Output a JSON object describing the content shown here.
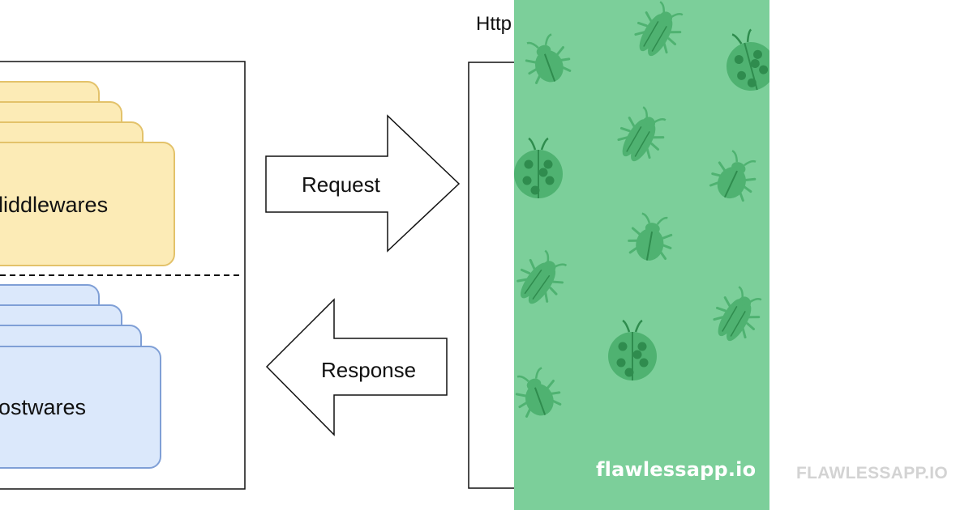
{
  "diagram": {
    "server_title": "Http",
    "middlewares_label": "liddlewares",
    "postwares_label": "ostwares",
    "request_label": "Request",
    "response_label": "Response"
  },
  "panel": {
    "colors": {
      "background": "#7ccf9a",
      "bug": "#4fb271",
      "bug_dark": "#2f8c4e"
    },
    "icons": [
      "ladybug-icon",
      "beetle-icon",
      "cricket-icon"
    ]
  },
  "brand": {
    "logo_text": "flawlessapp.io",
    "side_text": "FLAWLESSAPP.IO"
  }
}
